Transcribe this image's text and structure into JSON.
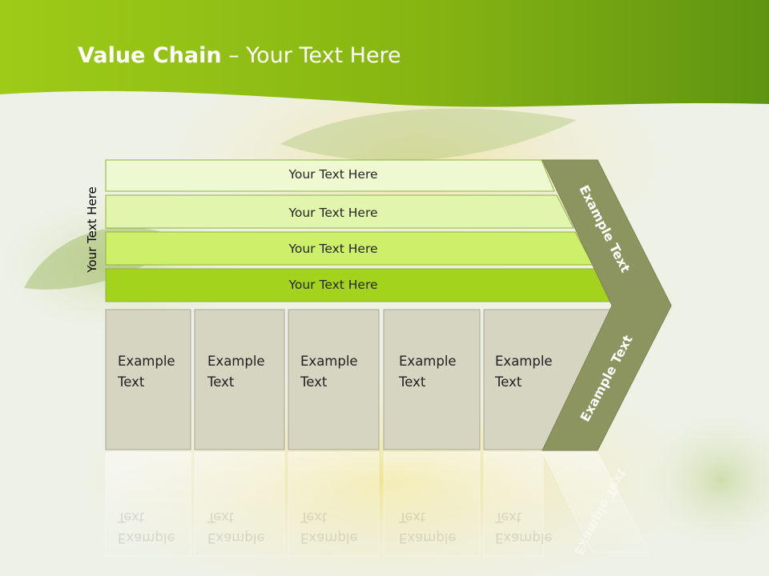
{
  "slide": {
    "title_bold": "Value Chain",
    "title_rest": " – Your Text Here",
    "side_label": "Your Text Here"
  },
  "chain": {
    "rows": [
      {
        "label": "Your Text Here",
        "color": "#eef9d2"
      },
      {
        "label": "Your Text Here",
        "color": "#e1f5ac"
      },
      {
        "label": "Your Text Here",
        "color": "#cdef6a"
      },
      {
        "label": "Your Text Here",
        "color": "#a3d31c"
      }
    ],
    "columns": [
      {
        "line1": "Example",
        "line2": "Text"
      },
      {
        "line1": "Example",
        "line2": "Text"
      },
      {
        "line1": "Example",
        "line2": "Text"
      },
      {
        "line1": "Example",
        "line2": "Text"
      },
      {
        "line1": "Example",
        "line2": "Text"
      }
    ],
    "chevron_top_text": "Example Text",
    "chevron_bottom_text": "Example Text",
    "chevron_color": "#8c9460",
    "column_color": "#d6d5c2"
  }
}
